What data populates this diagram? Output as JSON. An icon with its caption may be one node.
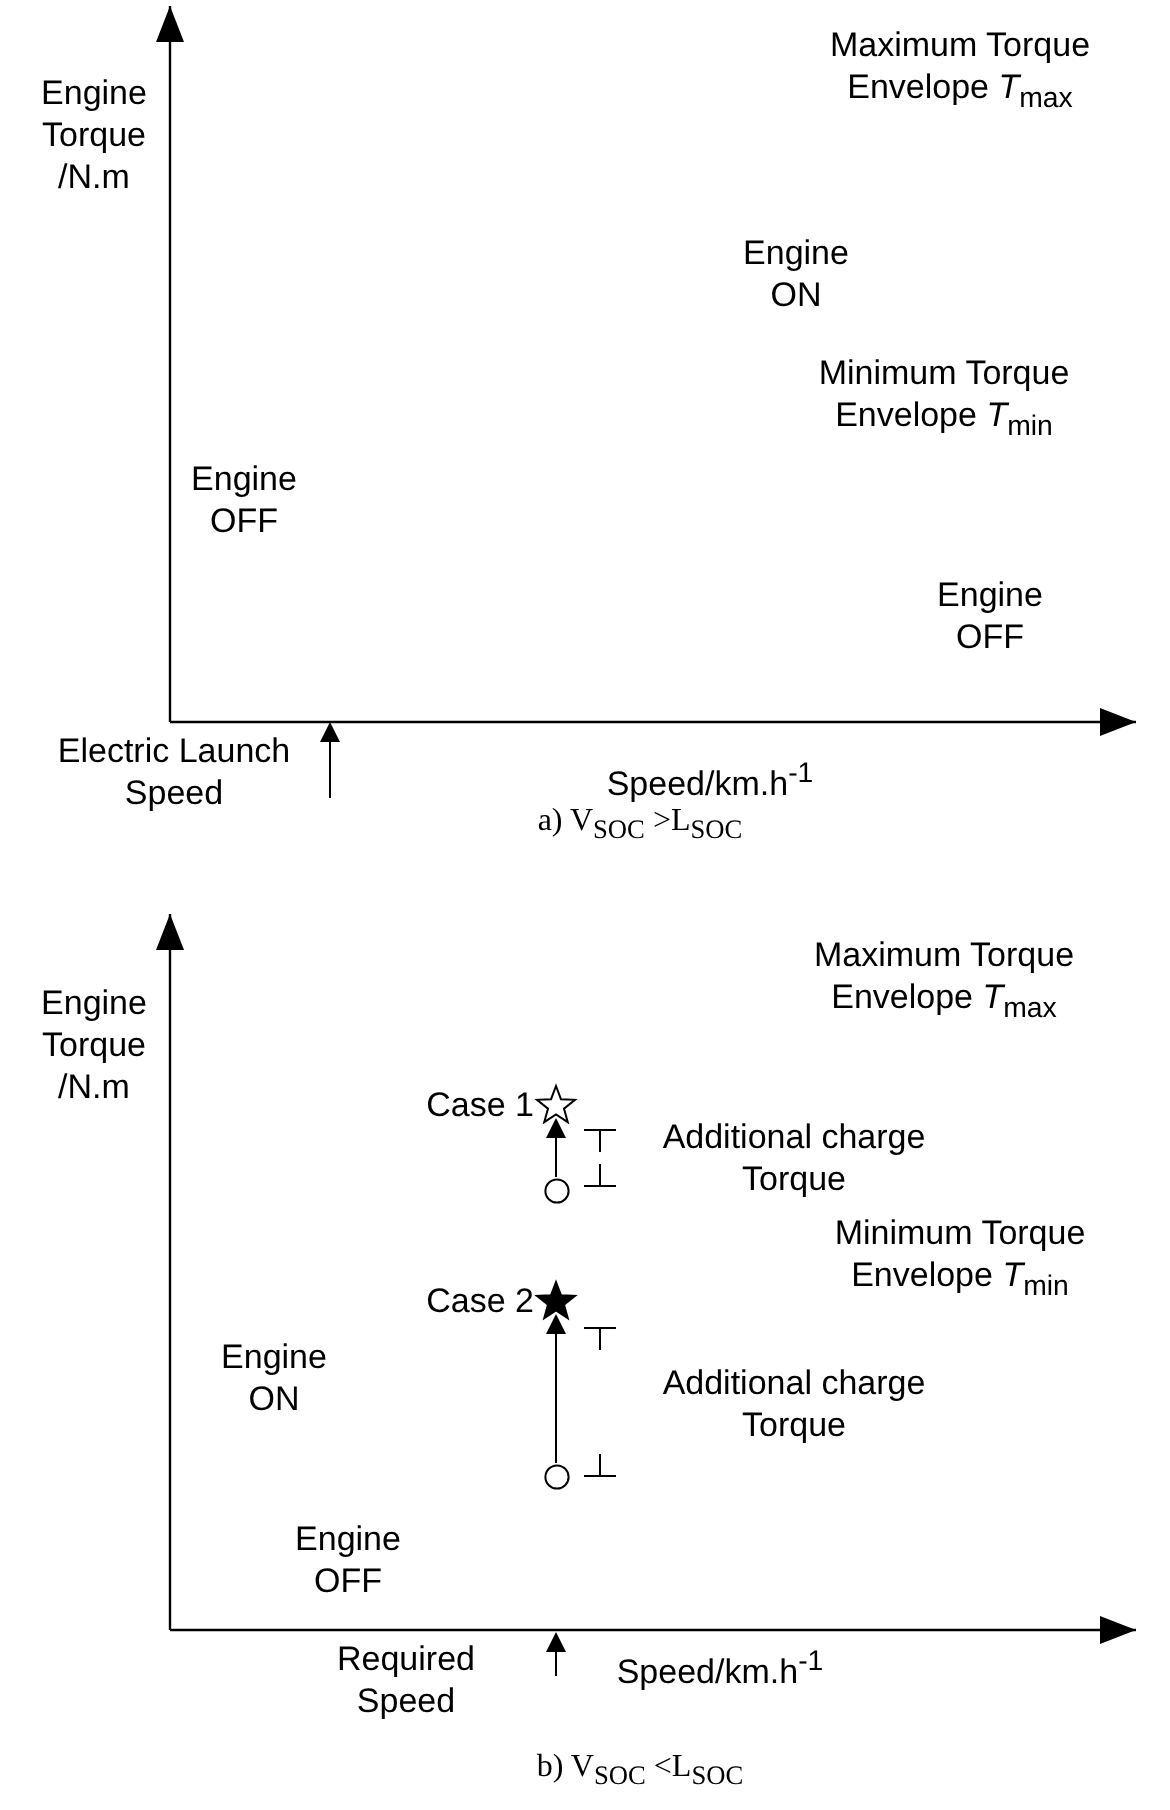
{
  "diagram": {
    "nodes": [
      {
        "text": [],
        "shape": "star",
        "beside": [
          "Case 1"
        ]
      },
      {
        "text": [],
        "shape": "circle"
      },
      {
        "text": [],
        "shape": "star",
        "beside": [
          "Case 2"
        ]
      },
      {
        "text": [],
        "shape": "circle"
      }
    ],
    "edges": [
      {
        "from": 1,
        "to": 0,
        "arrow": "to"
      },
      {
        "from": 3,
        "to": 2,
        "arrow": "to"
      }
    ],
    "labels": [
      "Engine Torque /N.m",
      "Maximum Torque Envelope *T*$_{max}$",
      "Engine ON",
      "Minimum Torque Envelope *T*$_{min}$",
      "Engine OFF",
      "Engine OFF",
      "Electric Launch Speed",
      "Speed/km.h$^{-1}$",
      "a) V$_{SOC}$ >L$_{SOC}$",
      "Maximum Torque Envelope *T*$_{max}$",
      "Engine Torque /N.m",
      "Additional charge Torque",
      "Minimum Torque Envelope *T*$_{min}$",
      "Engine ON",
      "Additional charge Torque",
      "Engine OFF",
      "Required Speed",
      "Speed/km.h$^{-1}$",
      "b) V$_{SOC}$ <L$_{SOC}$"
    ]
  }
}
